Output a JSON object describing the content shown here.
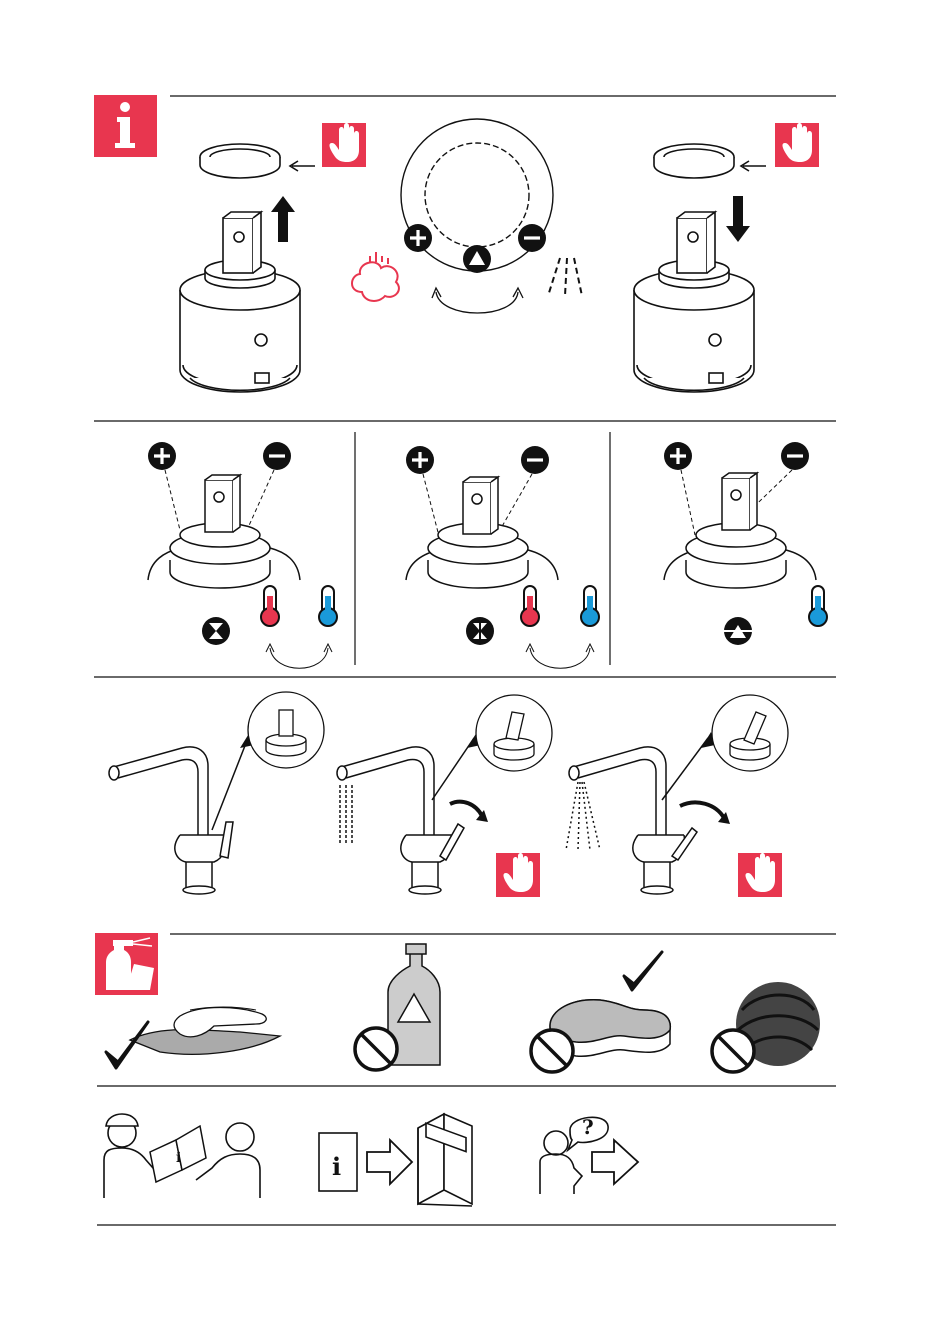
{
  "page": {
    "type": "installation-instruction-sheet",
    "accent_color": "#e8364f",
    "line_color": "#111111",
    "hot_color": "#e8364f",
    "cold_color": "#1a9ad9"
  },
  "icons": {
    "info_badge": "i",
    "question_mark": "?",
    "booklet_letter": "i"
  },
  "sections": [
    {
      "id": "cartridge-limiter-setup",
      "icons": [
        "info-icon",
        "hand-stop-icon",
        "plus-icon",
        "minus-icon",
        "triangle-icon",
        "steam-cloud-icon",
        "water-jet-icon"
      ]
    },
    {
      "id": "temperature-limit-positions",
      "icons": [
        "plus-icon",
        "minus-icon",
        "hourglass-icon",
        "thermometer-hot-icon",
        "thermometer-cold-icon"
      ]
    },
    {
      "id": "lever-operation",
      "icons": [
        "hand-stop-icon",
        "arrow-icon"
      ]
    },
    {
      "id": "cleaning",
      "icons": [
        "cleaning-spray-icon",
        "checkmark-icon",
        "prohibited-icon"
      ]
    },
    {
      "id": "handover",
      "icons": [
        "installer-icon",
        "user-icon",
        "booklet-icon",
        "arrow-right-icon"
      ]
    }
  ]
}
